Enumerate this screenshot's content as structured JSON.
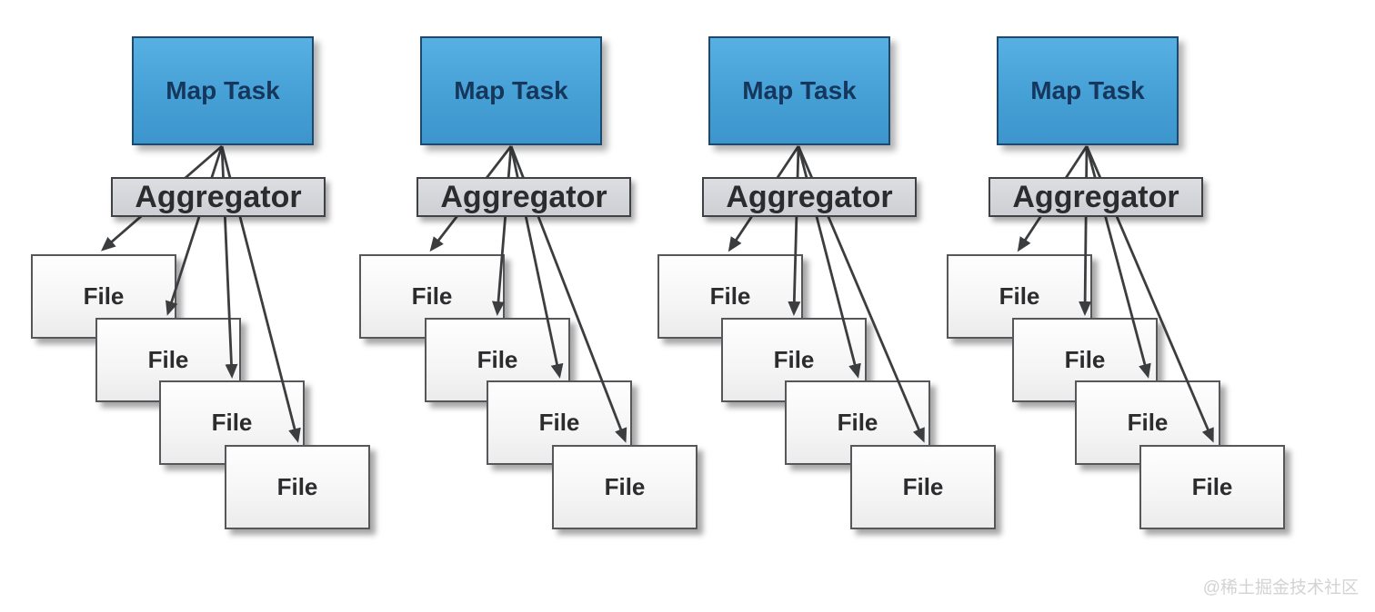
{
  "diagram": {
    "title_hint": "MapReduce map-side aggregation diagram",
    "watermark": "@稀土掘金技术社区"
  },
  "colors": {
    "map_task_fill": "#45a0d6",
    "map_task_border": "#1c4a6e",
    "map_task_text": "#16365c",
    "aggregator_fill": "#d3d5d9",
    "aggregator_border": "#3f4144",
    "file_fill": "#f5f5f6",
    "file_border": "#55575a",
    "arrow": "#3b3d3f",
    "watermark_text": "#d3d3d3",
    "background": "#ffffff"
  },
  "columns": [
    {
      "map_task": "Map Task",
      "aggregator": "Aggregator",
      "files": [
        "File",
        "File",
        "File",
        "File"
      ]
    },
    {
      "map_task": "Map Task",
      "aggregator": "Aggregator",
      "files": [
        "File",
        "File",
        "File",
        "File"
      ]
    },
    {
      "map_task": "Map Task",
      "aggregator": "Aggregator",
      "files": [
        "File",
        "File",
        "File",
        "File"
      ]
    },
    {
      "map_task": "Map Task",
      "aggregator": "Aggregator",
      "files": [
        "File",
        "File",
        "File",
        "File"
      ]
    }
  ]
}
